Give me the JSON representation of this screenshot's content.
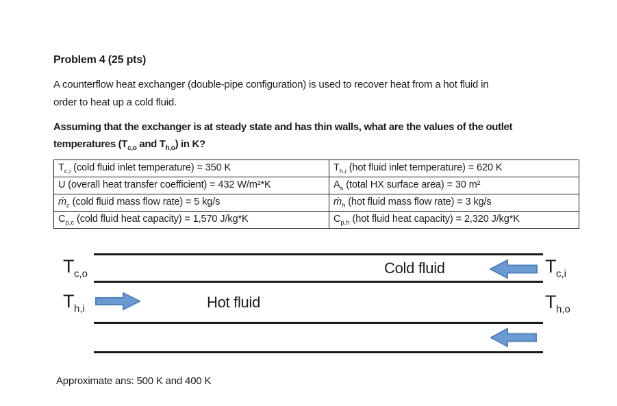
{
  "page": {
    "title": "Problem 4 (25 pts)",
    "intro_line1": "A counterflow heat exchanger (double-pipe configuration) is used to recover heat from a hot fluid in",
    "intro_line2": "order to heat up a cold fluid.",
    "question": {
      "line1": "Assuming that the exchanger is at steady state and has thin walls, what are the values of the outlet",
      "line2_p1": "temperatures (T",
      "line2_s1": "c,o",
      "line2_p2": " and T",
      "line2_s2": "h,o",
      "line2_p3": ") in K?"
    },
    "answer": "Approximate ans: 500 K and 400 K"
  },
  "table": {
    "rows": [
      {
        "left": {
          "sym": "T",
          "sub": "c,i",
          "rest": " (cold fluid inlet temperature) = 350 K"
        },
        "right": {
          "sym": "T",
          "sub": "h,i",
          "rest": " (hot fluid inlet temperature) = 620 K"
        }
      },
      {
        "left": {
          "sym": "U",
          "sub": "",
          "rest": " (overall heat transfer coefficient) = 432 W/m²*K"
        },
        "right": {
          "sym": "A",
          "sub": "s",
          "rest": " (total HX surface area) = 30 m²"
        }
      },
      {
        "left": {
          "sym": "ṁ",
          "sub": "c",
          "rest": " (cold fluid mass flow rate) = 5 kg/s"
        },
        "right": {
          "sym": "ṁ",
          "sub": "h",
          "rest": " (hot fluid mass flow rate) = 3 kg/s"
        }
      },
      {
        "left": {
          "sym": "C",
          "sub": "p,c",
          "rest": " (cold fluid heat capacity) = 1,570 J/kg*K"
        },
        "right": {
          "sym": "C",
          "sub": "p,h",
          "rest": " (hot fluid heat capacity) = 2,320 J/kg*K"
        }
      }
    ]
  },
  "diagram": {
    "labels": {
      "tco": {
        "base": "T",
        "sub": "c,o"
      },
      "thi": {
        "base": "T",
        "sub": "h,i"
      },
      "tci": {
        "base": "T",
        "sub": "c,i"
      },
      "tho": {
        "base": "T",
        "sub": "h,o"
      }
    },
    "cold_fluid_label": "Cold fluid",
    "hot_fluid_label": "Hot fluid",
    "arrow_fill": "#6b9bd2",
    "arrow_stroke": "#4f81bd",
    "pipe_line_color": "#1a1a1a"
  }
}
